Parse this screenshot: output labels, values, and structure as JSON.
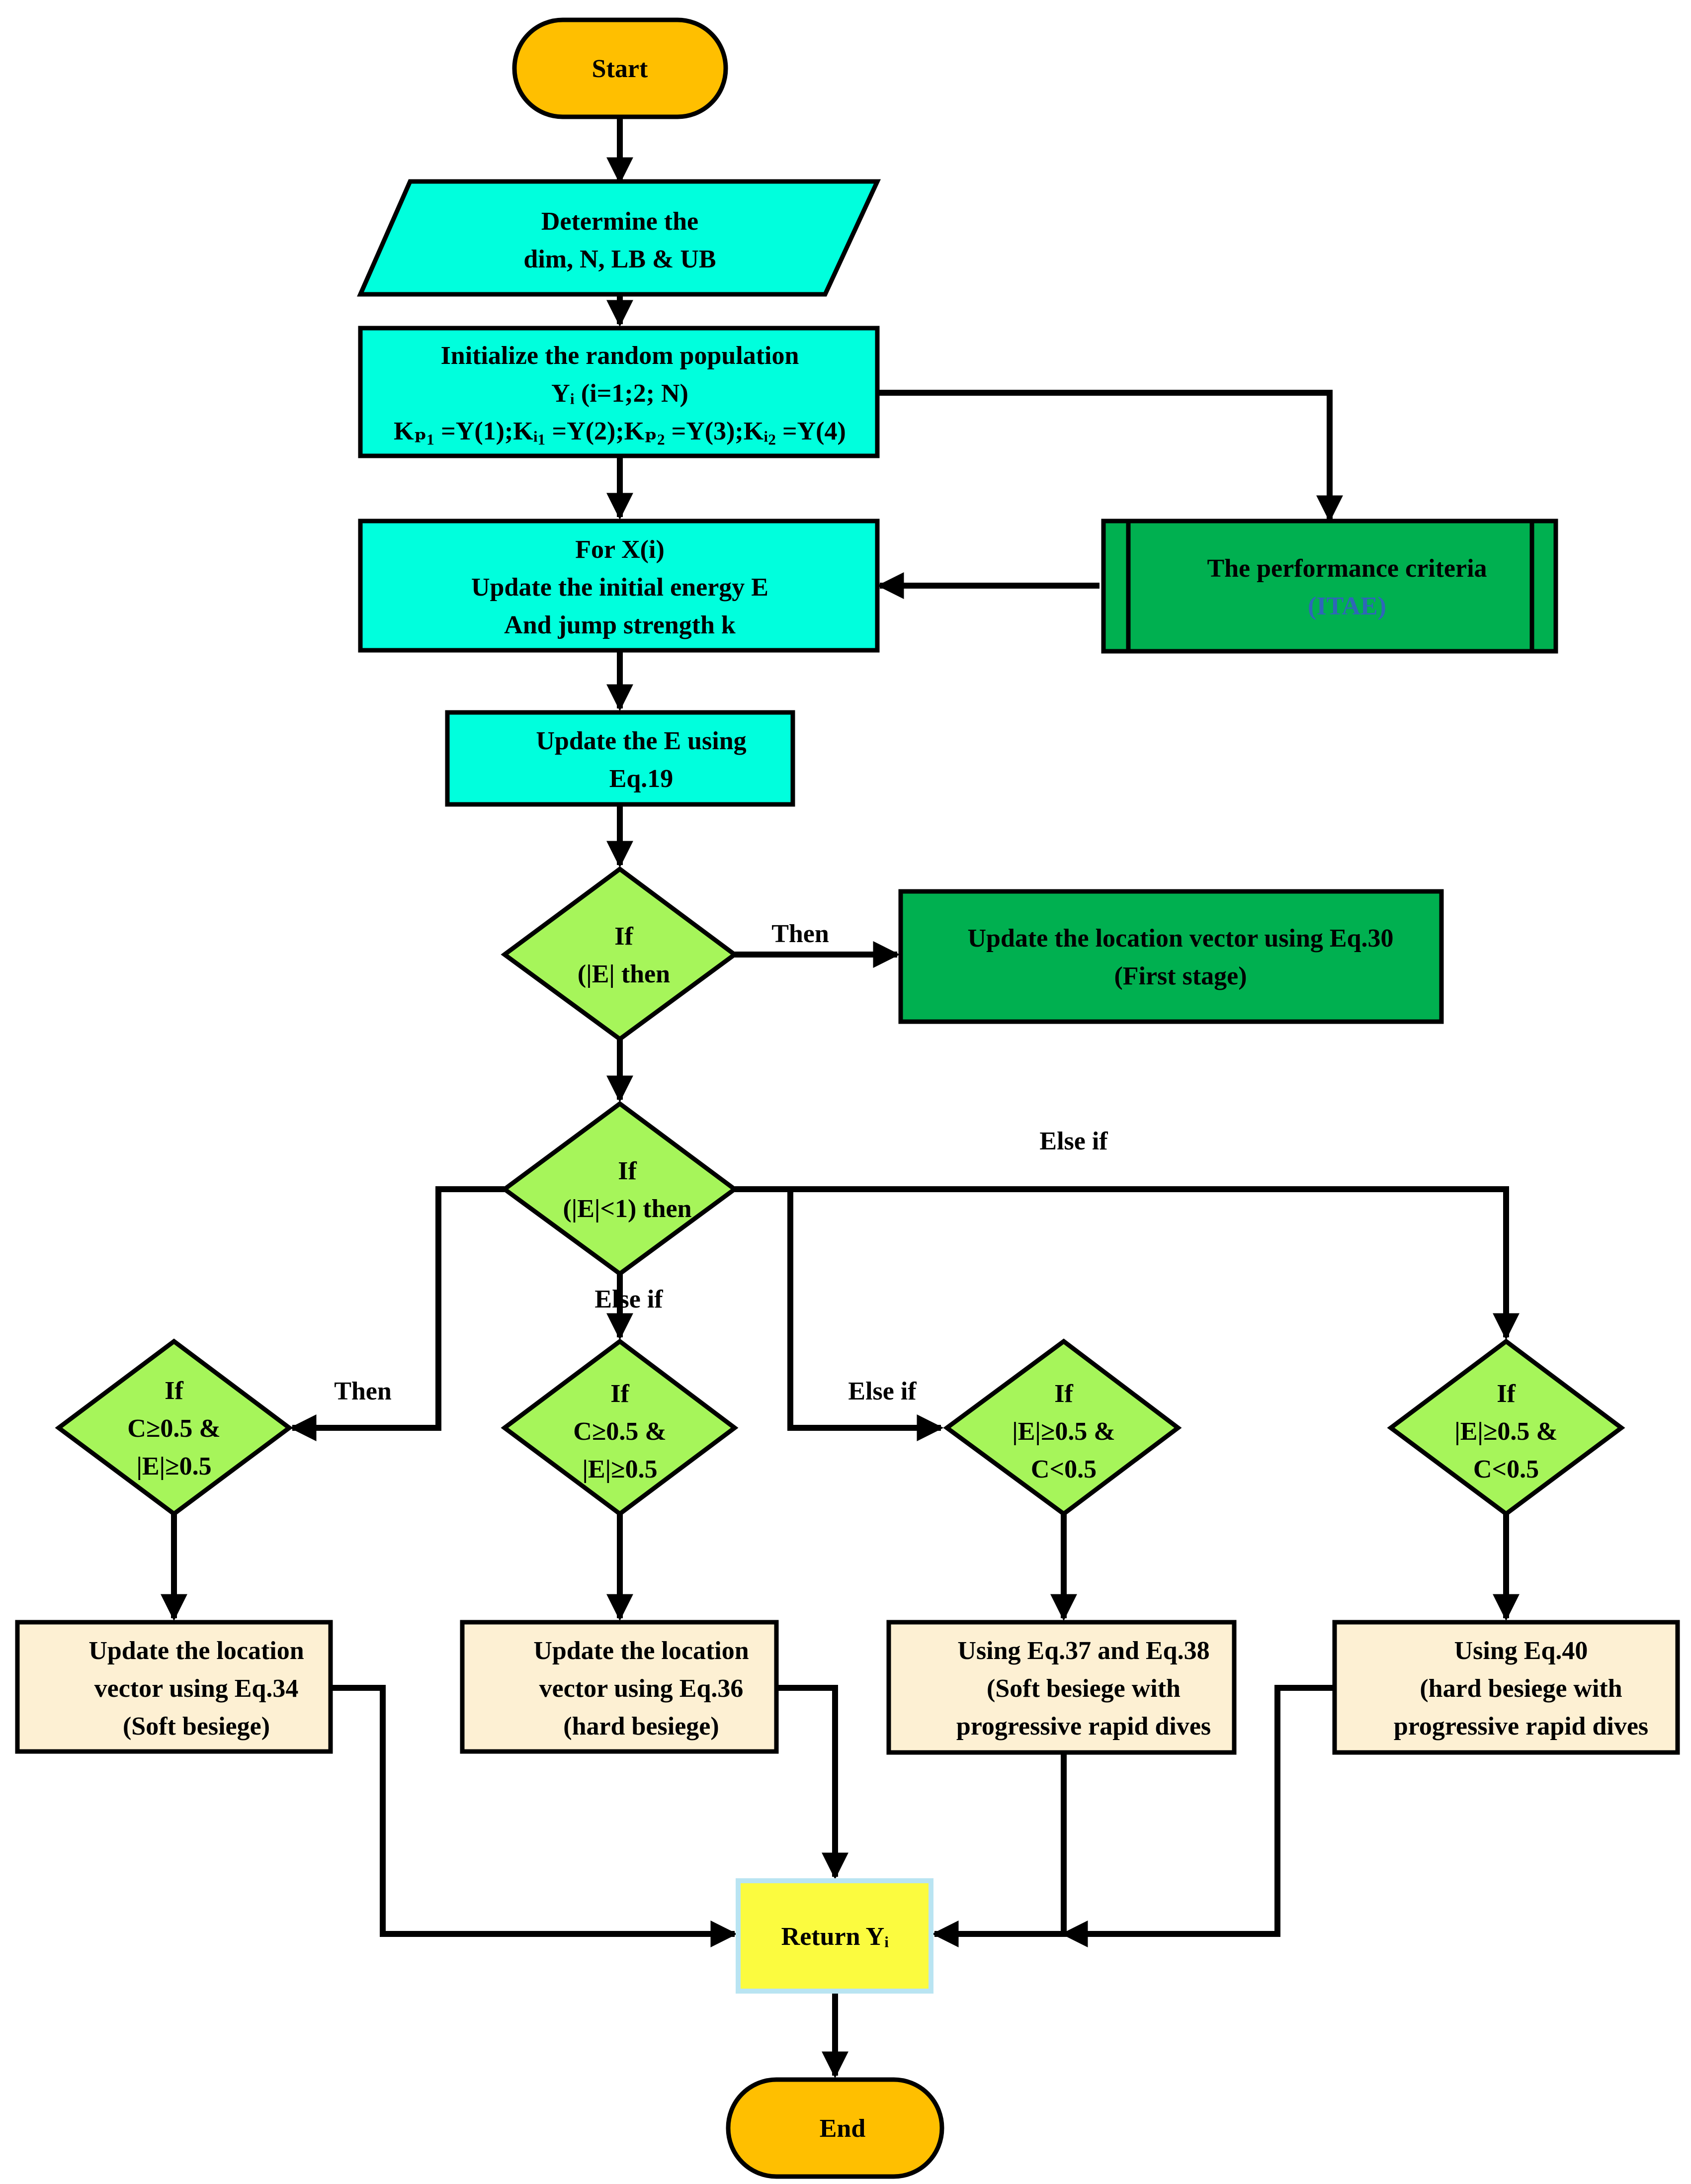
{
  "colors": {
    "terminal": "#ffbf00",
    "process": "#00ffdd",
    "criteria": "#00b050",
    "decision": "#a6f55a",
    "update": "#fdf0d3",
    "ret": "#fbfb3f",
    "ret_border": "#b9e4f2",
    "itae_text": "#2f66b8"
  },
  "nodes": {
    "start": {
      "text": [
        "Start"
      ]
    },
    "input": {
      "text": [
        "Determine the",
        "dim, N, LB & UB"
      ]
    },
    "init": {
      "text": [
        "Initialize the random population",
        "Yᵢ (i=1;2;       N)",
        "Kₚ₁ =Y(1);Kᵢ₁ =Y(2);Kₚ₂ =Y(3);Kᵢ₂ =Y(4)"
      ]
    },
    "forx": {
      "text": [
        "For X(i)",
        "Update the initial energy E",
        "And jump strength k"
      ]
    },
    "criteria": {
      "text": [
        "The performance criteria",
        "(ITAE)"
      ]
    },
    "update_e": {
      "text": [
        "Update the E using",
        "Eq.19"
      ]
    },
    "dec1": {
      "text": [
        "If",
        "(|E|  then"
      ]
    },
    "first_stage": {
      "text": [
        "Update the location vector using Eq.30",
        "(First stage)"
      ]
    },
    "dec2": {
      "text": [
        "If",
        "(|E|<1) then"
      ]
    },
    "d_a": {
      "text": [
        "If",
        "C≥0.5 &",
        "|E|≥0.5"
      ]
    },
    "d_b": {
      "text": [
        "If",
        "C≥0.5 &",
        "|E|≥0.5"
      ]
    },
    "d_c": {
      "text": [
        "If",
        "|E|≥0.5 &",
        "C<0.5"
      ]
    },
    "d_d": {
      "text": [
        "If",
        "|E|≥0.5 &",
        "C<0.5"
      ]
    },
    "u_a": {
      "text": [
        "Update the location",
        "vector using Eq.34",
        "(Soft besiege)"
      ]
    },
    "u_b": {
      "text": [
        "Update the location",
        "vector using Eq.36",
        "(hard besiege)"
      ]
    },
    "u_c": {
      "text": [
        "Using Eq.37 and Eq.38",
        "(Soft besiege with",
        "progressive rapid dives"
      ]
    },
    "u_d": {
      "text": [
        "Using Eq.40",
        "(hard besiege with",
        "progressive rapid dives"
      ]
    },
    "ret": {
      "text": [
        "Return Yᵢ"
      ]
    },
    "end": {
      "text": [
        "End"
      ]
    }
  },
  "edge_labels": {
    "then_first": "Then",
    "else_if_right": "Else if",
    "else_if_mid": "Else if",
    "then_left": "Then",
    "else_if_c": "Else if"
  }
}
